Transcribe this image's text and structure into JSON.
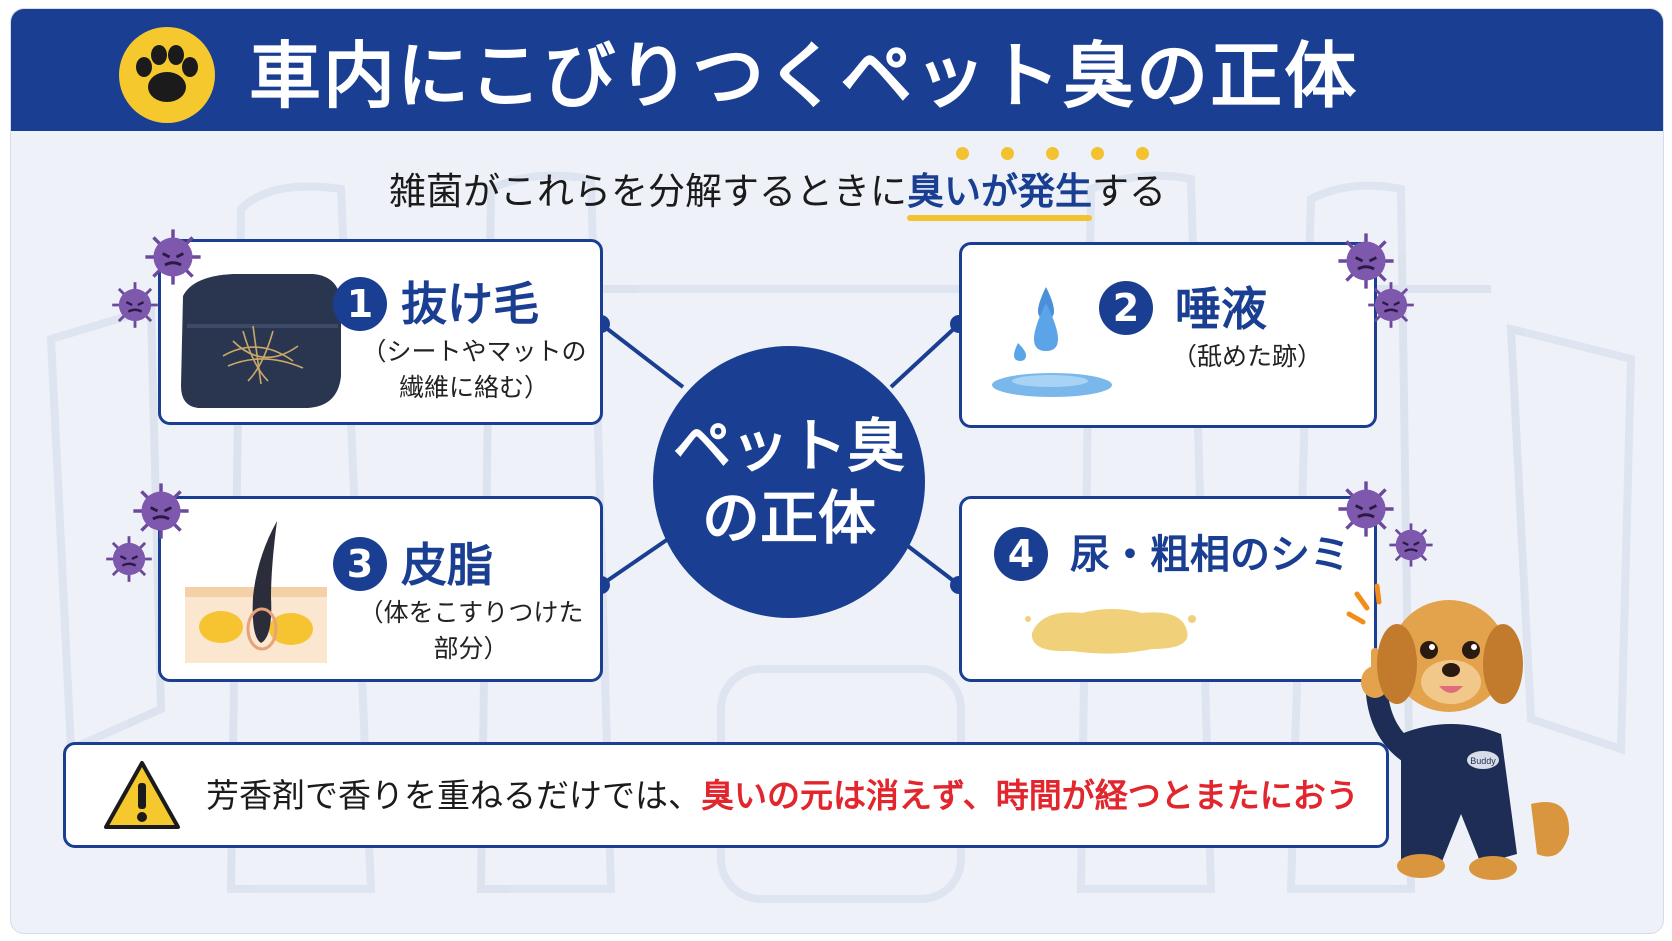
{
  "header": {
    "title": "車内にこびりつくペット臭の正体",
    "icon": "paw-icon"
  },
  "subtitle": {
    "before": "雑菌がこれらを分解するときに",
    "highlight": "臭いが発生",
    "after": "する"
  },
  "center": {
    "line1": "ペット臭",
    "line2": "の正体"
  },
  "cards": [
    {
      "number": "1",
      "title": "抜け毛",
      "sub_line1": "（シートやマットの",
      "sub_line2": "繊維に絡む）",
      "icon": "hair-on-seat-icon"
    },
    {
      "number": "2",
      "title": "唾液",
      "sub_line1": "（舐めた跡）",
      "sub_line2": "",
      "icon": "water-drop-icon"
    },
    {
      "number": "3",
      "title": "皮脂",
      "sub_line1": "（体をこすりつけた",
      "sub_line2": "部分）",
      "icon": "hair-follicle-icon"
    },
    {
      "number": "4",
      "title": "尿・粗相のシミ",
      "sub_line1": "",
      "sub_line2": "",
      "icon": "stain-icon"
    }
  ],
  "warning": {
    "icon": "warning-icon",
    "normal": "芳香剤で香りを重ねるだけでは、",
    "emphasis": "臭いの元は消えず、時間が経つとまたにおう"
  },
  "mascot": {
    "badge_text": "Buddy",
    "icon": "dog-mascot-icon"
  },
  "colors": {
    "primary": "#1a3f92",
    "accent_yellow": "#f5c92e",
    "warning_red": "#e1262d",
    "germ_purple": "#6b4a9c"
  }
}
